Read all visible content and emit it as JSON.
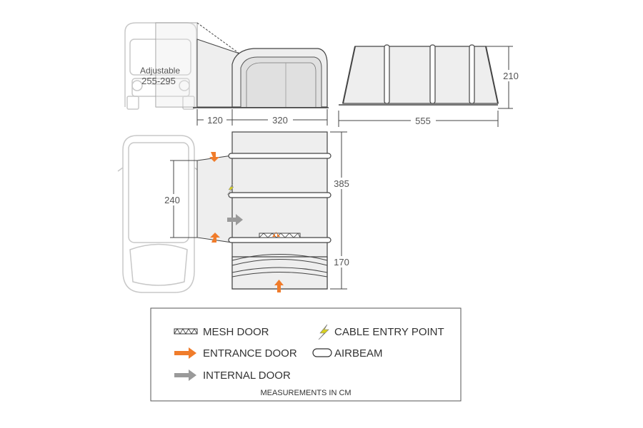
{
  "van": {
    "adjustable_label": "Adjustable",
    "adjustable_range": "255-295"
  },
  "dimensions": {
    "connector_depth": "120",
    "tent_depth": "320",
    "height": "210",
    "total_length": "555",
    "main_width": "385",
    "porch_width": "170",
    "tunnel_width": "240"
  },
  "legend": {
    "mesh_door": "MESH DOOR",
    "cable_entry": "CABLE ENTRY POINT",
    "entrance_door": "ENTRANCE DOOR",
    "airbeam": "AIRBEAM",
    "internal_door": "INTERNAL DOOR",
    "units_note": "MEASUREMENTS IN CM"
  },
  "colors": {
    "entrance": "#f07c2b",
    "internal": "#9a9a9a",
    "cable": "#d8d020",
    "van_outline": "#c8c8c8",
    "tent_fill": "#eeeeee",
    "outline": "#444444"
  }
}
